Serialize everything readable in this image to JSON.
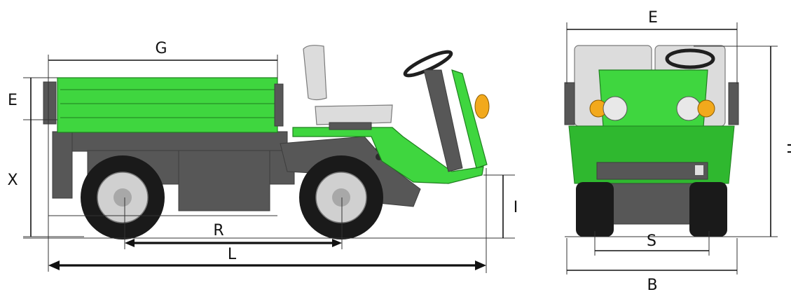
{
  "side_view": {
    "label_G": "G",
    "label_E": "E",
    "label_X": "X",
    "label_R": "R",
    "label_L": "L",
    "label_I": "I"
  },
  "front_view": {
    "label_E": "E",
    "label_H": "H",
    "label_S": "S",
    "label_B": "B"
  },
  "colors": {
    "body_green": "#3fd63f",
    "frame_gray": "#575757",
    "tire_black": "#1a1a1a",
    "lamp_orange": "#f2a91c"
  }
}
